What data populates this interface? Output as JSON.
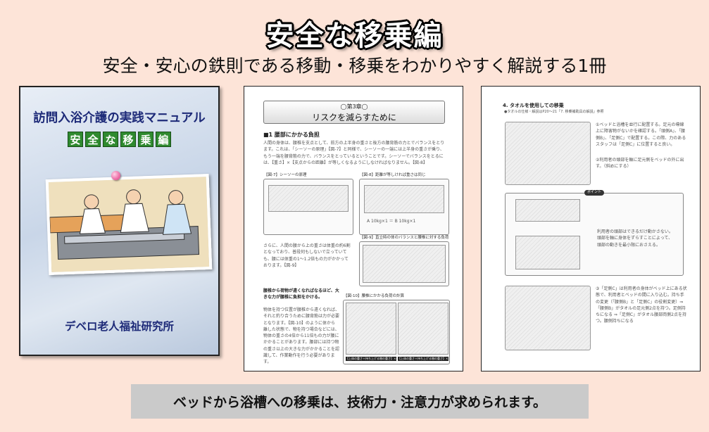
{
  "header": {
    "title": "安全な移乗編",
    "subtitle": "安全・安心の鉄則である移動・移乗をわかりやすく解説する1冊"
  },
  "cover": {
    "title": "訪問入浴介護の実践マニュアル",
    "badges": [
      "安",
      "全",
      "な",
      "移",
      "乗",
      "編"
    ],
    "publisher": "デベロ老人福祉研究所"
  },
  "page1": {
    "chapter_number": "◯第3章◯",
    "chapter_title": "リスクを減らすために",
    "section": "■1 腰部にかかる負担",
    "para1": "人間の身体は、腰椎を支点として、前方の上半身の重さと後方の腰背筋の力とでバランスをとります。これは、「シーソーの原理」【図-7】と同様で、シーソーの一端には上半身の重さが乗り、もう一端を腰背筋の力で、バランスをとっているということです。シーソーでバランスをとるには、【重さ】×【支点からの距離】が等しくなるようにしなければなりません。【図-8】",
    "fig7": "【図-7】シーソーの原理",
    "fig8": "【図-8】距離が等しければ重さは同じ",
    "fig8_caption": "A 10kg×1 ＝ B 10kg×1",
    "para2": "さらに、人間の腰から上の重さは体重の約6割となっており、普段何もしないで立っていても、腰には体重の1〜1.2倍もの力がかかっております。【図-9】",
    "fig9": "【図-9】直立時の体のバランスと腰椎に対する負荷",
    "bold2": "腰椎から荷物が遠くなればなるほど、大きな力が腰椎に負担をかける。",
    "para3": "物体を持つ位置が腰椎から遠くなれば、それと釣り合うために腰背筋は力が必要となります。【図-10】のように体から離した状態で、物を持つ場合などには、物体の重さの4倍から11倍もの力が腰にかかることがあります。腰部には持つ物の重さ以上の大きな力がかかることを認識して、作業動作を行う必要があります。",
    "fig10": "【図-10】腰椎にかかる負荷の計算",
    "fig10_a": "【上体の重さ＋持ち上げる物の重さ】×4",
    "fig10_b": "【上体の重さ＋持ち上げる物の重さ】×11"
  },
  "page2": {
    "heading": "4. タオルを使用しての移乗",
    "ref": "●タオルの仕様・解説はP20〜21「7. 移乗補助具の解説」参照",
    "step1": "①ベッドと浴槽を並行に配置する。足元の導線上に障害物がないかを確認する。「頭側A」、「腰側B」、「足側C」で配置する。この際、力のあるスタッフは「足側C」に位置すると良い。",
    "step2": "②利用者の頭部を軸に足元側をベッドの外に出す。（斜めにする）",
    "point_label": "ポイント",
    "point_text": "利用者の頭部はできるだけ動かさない。頭部を軸に身体をずらすことによって、頭部の動きを最小限におさえる。",
    "step3": "③「足側C」は利用者の身体がベッド上にある状態で、利用者とベッドの間に入り込む。持ち手の変更（「腰側B」と「足側C」の役割変更）⇒「腰側B」がタオルの足元側2点を持つ。足側持ちになる ⇒「足側C」がタオル腰部両側2点を持つ。腰側持ちになる"
  },
  "footer": {
    "text": "ベッドから浴槽への移乗は、技術力・注意力が求められます。"
  }
}
